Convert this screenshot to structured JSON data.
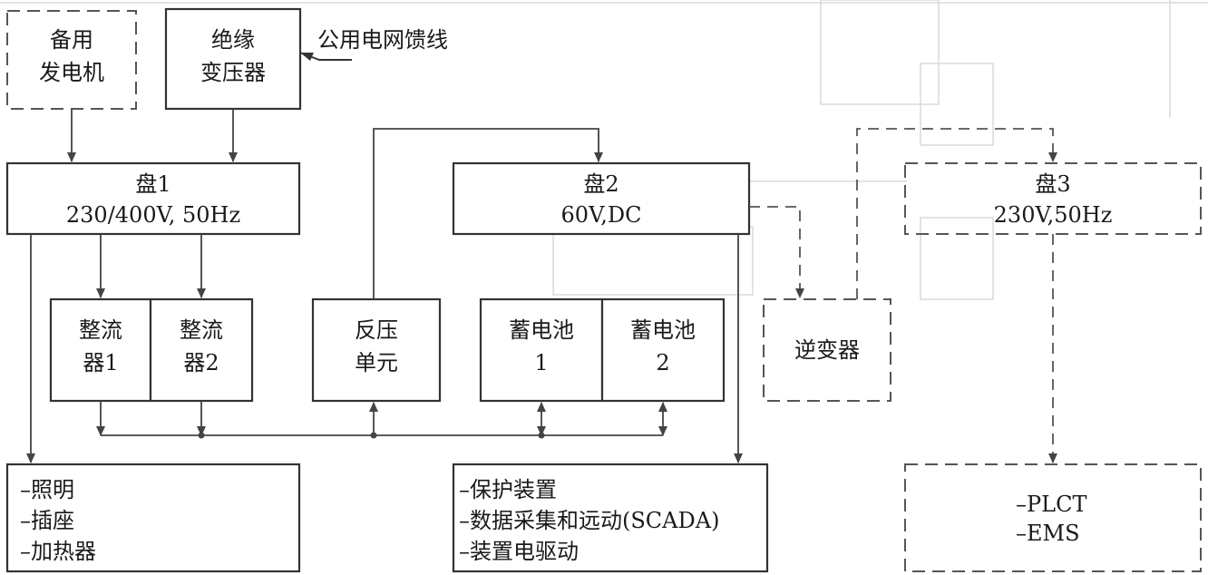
{
  "blocks": {
    "backup_generator": [
      "备用",
      "发电机"
    ],
    "isolation_transformer": [
      "绝缘",
      "变压器"
    ],
    "grid_feeder": "公用电网馈线",
    "panel1": [
      "盘1",
      "230/400V, 50Hz"
    ],
    "panel2": [
      "盘2",
      "60V,DC"
    ],
    "panel3": [
      "盘3",
      "230V,50Hz"
    ],
    "rectifier1": [
      "整流",
      "器1"
    ],
    "rectifier2": [
      "整流",
      "器2"
    ],
    "counter_voltage": [
      "反压",
      "单元"
    ],
    "battery1": [
      "蓄电池",
      "1"
    ],
    "battery2": [
      "蓄电池",
      "2"
    ],
    "inverter": "逆变器"
  },
  "loads": {
    "panel1": [
      "–照明",
      "–插座",
      "–加热器"
    ],
    "panel2": [
      "–保护装置",
      "–数据采集和远动(SCADA)",
      "–装置电驱动"
    ],
    "panel3": [
      "–PLCT",
      "–EMS"
    ]
  }
}
